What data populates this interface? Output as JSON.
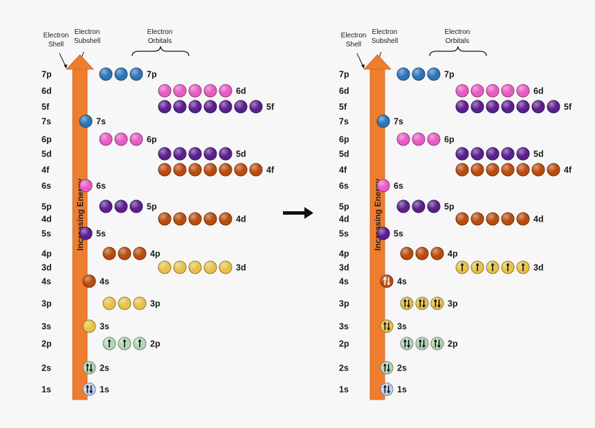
{
  "annotations": {
    "electron_shell": "Electron\nShell",
    "electron_subshell": "Electron\nSubshell",
    "electron_orbitals": "Electron\nOrbitals",
    "axis_label": "Increasing Energy"
  },
  "colors": {
    "arrow": "#ef7d2e",
    "s_blue_7s": "#2e75b6",
    "pink": "#e85ac4",
    "purple": "#5c1f8e",
    "brown": "#b84c0f",
    "yellow": "#e7c24a",
    "green": "#b5d6b8",
    "light_blue": "#bcd2ee"
  },
  "subshells": [
    {
      "label": "7p",
      "count": 3,
      "color": "#2e75b6",
      "left": [],
      "right": []
    },
    {
      "label": "6d",
      "count": 5,
      "color": "#e85ac4",
      "left": [],
      "right": []
    },
    {
      "label": "5f",
      "count": 7,
      "color": "#5c1f8e",
      "left": [],
      "right": []
    },
    {
      "label": "7s",
      "count": 1,
      "color": "#2e75b6",
      "left": [],
      "right": []
    },
    {
      "label": "6p",
      "count": 3,
      "color": "#e85ac4",
      "left": [],
      "right": []
    },
    {
      "label": "5d",
      "count": 5,
      "color": "#5c1f8e",
      "left": [],
      "right": []
    },
    {
      "label": "4f",
      "count": 7,
      "color": "#b84c0f",
      "left": [],
      "right": []
    },
    {
      "label": "6s",
      "count": 1,
      "color": "#e85ac4",
      "left": [],
      "right": []
    },
    {
      "label": "5p",
      "count": 3,
      "color": "#5c1f8e",
      "left": [],
      "right": []
    },
    {
      "label": "4d",
      "count": 5,
      "color": "#b84c0f",
      "left": [],
      "right": []
    },
    {
      "label": "5s",
      "count": 1,
      "color": "#5c1f8e",
      "left": [],
      "right": []
    },
    {
      "label": "4p",
      "count": 3,
      "color": "#b84c0f",
      "left": [],
      "right": []
    },
    {
      "label": "3d",
      "count": 5,
      "color": "#e7c24a",
      "left": [],
      "right": [
        "up",
        "up",
        "up",
        "up",
        "up"
      ]
    },
    {
      "label": "4s",
      "count": 1,
      "color": "#b84c0f",
      "left": [],
      "right": [
        "pair"
      ]
    },
    {
      "label": "3p",
      "count": 3,
      "color": "#e7c24a",
      "left": [],
      "right": [
        "pair",
        "pair",
        "pair"
      ]
    },
    {
      "label": "3s",
      "count": 1,
      "color": "#e7c24a",
      "left": [],
      "right": [
        "pair"
      ]
    },
    {
      "label": "2p",
      "count": 3,
      "color": "#b5d6b8",
      "left": [
        "up",
        "up",
        "up"
      ],
      "right": [
        "pair",
        "pair",
        "pair"
      ]
    },
    {
      "label": "2s",
      "count": 1,
      "color": "#b5d6b8",
      "left": [
        "pair"
      ],
      "right": [
        "pair"
      ]
    },
    {
      "label": "1s",
      "count": 1,
      "color": "#bcd2ee",
      "left": [
        "pair"
      ],
      "right": [
        "pair"
      ]
    }
  ]
}
